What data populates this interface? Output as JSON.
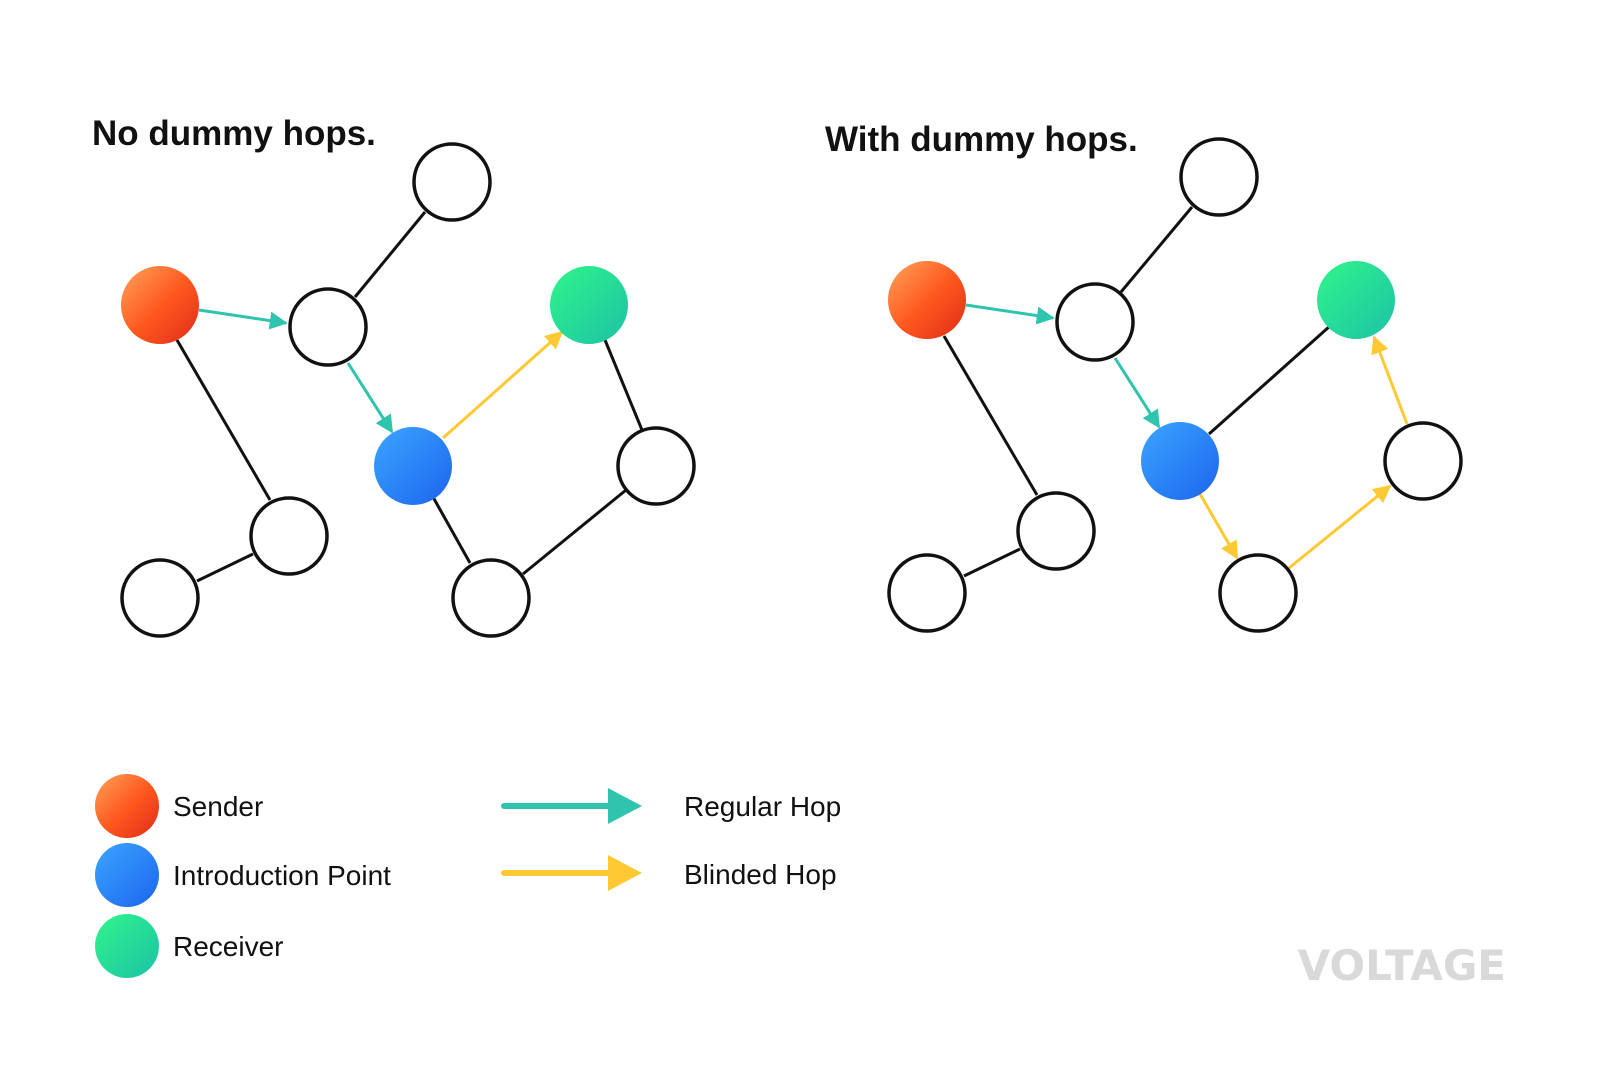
{
  "panels": [
    {
      "title": "No dummy hops."
    },
    {
      "title": "With dummy hops."
    }
  ],
  "legend": {
    "nodes": [
      {
        "label": "Sender",
        "role": "sender"
      },
      {
        "label": "Introduction Point",
        "role": "intro"
      },
      {
        "label": "Receiver",
        "role": "receiver"
      }
    ],
    "hops": [
      {
        "label": "Regular Hop",
        "role": "regular"
      },
      {
        "label": "Blinded Hop",
        "role": "blinded"
      }
    ]
  },
  "logo": {
    "text": "VOLTAGE"
  },
  "colors": {
    "sender": [
      "#ff9a4d",
      "#ff5a1f",
      "#e8301a"
    ],
    "intro": [
      "#3aa0ff",
      "#1e6ef0"
    ],
    "receiver": [
      "#2ef088",
      "#1ec9a0"
    ],
    "regular_hop": "#2ec4ad",
    "blinded_hop": "#ffc933",
    "edge": "#111111",
    "logo": "#d9d9d9"
  }
}
